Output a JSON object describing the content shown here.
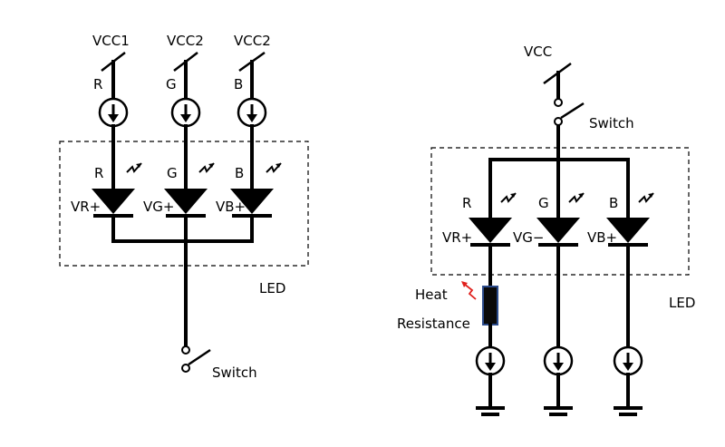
{
  "left_circuit": {
    "supplies": [
      "VCC1",
      "VCC2",
      "VCC2"
    ],
    "channels": [
      "R",
      "G",
      "B"
    ],
    "diode_labels": [
      "VR+",
      "VG+",
      "VB+"
    ],
    "led_box_label": "LED",
    "switch_label": "Switch"
  },
  "right_circuit": {
    "supply": "VCC",
    "switch_label": "Switch",
    "channels": [
      "R",
      "G",
      "B"
    ],
    "diode_labels": [
      "VR+",
      "VG−",
      "VB+"
    ],
    "led_box_label": "LED",
    "heat_label": "Heat",
    "resistance_label": "Resistance"
  },
  "colors": {
    "line": "#000000",
    "heat_arrow": "#e0201c",
    "resistor_fill": "#0a0a0a",
    "resistor_border": "#2a4a8a"
  }
}
